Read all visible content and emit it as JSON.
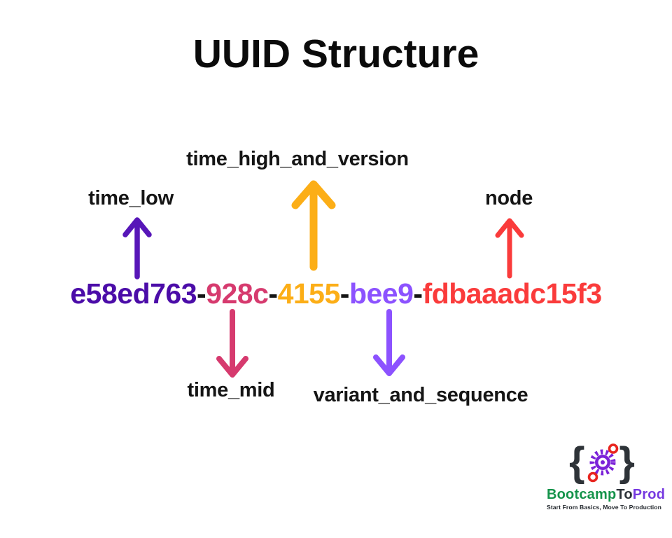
{
  "title": "UUID Structure",
  "background": "#FFFFFF",
  "labels": {
    "time_low": "time_low",
    "time_high_and_version": "time_high_and_version",
    "node": "node",
    "time_mid": "time_mid",
    "variant_and_sequence": "variant_and_sequence"
  },
  "uuid": {
    "full": "e58ed763-928c-4155-bee9-fdbaaadc15f3",
    "segments": [
      {
        "name": "time_low",
        "text": "e58ed763",
        "color": "#4B0CA8"
      },
      {
        "name": "dash-1",
        "text": "-",
        "color": "#151515"
      },
      {
        "name": "time_mid",
        "text": "928c",
        "color": "#D63A6E"
      },
      {
        "name": "dash-2",
        "text": "-",
        "color": "#151515"
      },
      {
        "name": "time_high_and_version",
        "text": "4155",
        "color": "#FCAE17"
      },
      {
        "name": "dash-3",
        "text": "-",
        "color": "#151515"
      },
      {
        "name": "variant_and_sequence",
        "text": "bee9",
        "color": "#8C52FF"
      },
      {
        "name": "dash-4",
        "text": "-",
        "color": "#151515"
      },
      {
        "name": "node",
        "text": "fdbaaadc15f3",
        "color": "#FA3B3B"
      }
    ]
  },
  "arrows": {
    "time_low": {
      "direction": "up",
      "color": "#5716B8"
    },
    "time_high_and_version": {
      "direction": "up",
      "color": "#FCAE17"
    },
    "node": {
      "direction": "up",
      "color": "#FA3B3B"
    },
    "time_mid": {
      "direction": "down",
      "color": "#D63A6E"
    },
    "variant_and_sequence": {
      "direction": "down",
      "color": "#8C52FF"
    }
  },
  "logo": {
    "brand": [
      {
        "text": "Bootcamp",
        "color": "#14934A"
      },
      {
        "text": "To",
        "color": "#2B3137"
      },
      {
        "text": "Prod",
        "color": "#7639E0"
      }
    ],
    "tagline": "Start From Basics, Move To Production",
    "icon": {
      "left_brace": "{",
      "right_brace": "}",
      "brace_color": "#2E3338",
      "gear_color": "#7B22D8",
      "ring_color": "#E8251F"
    }
  }
}
